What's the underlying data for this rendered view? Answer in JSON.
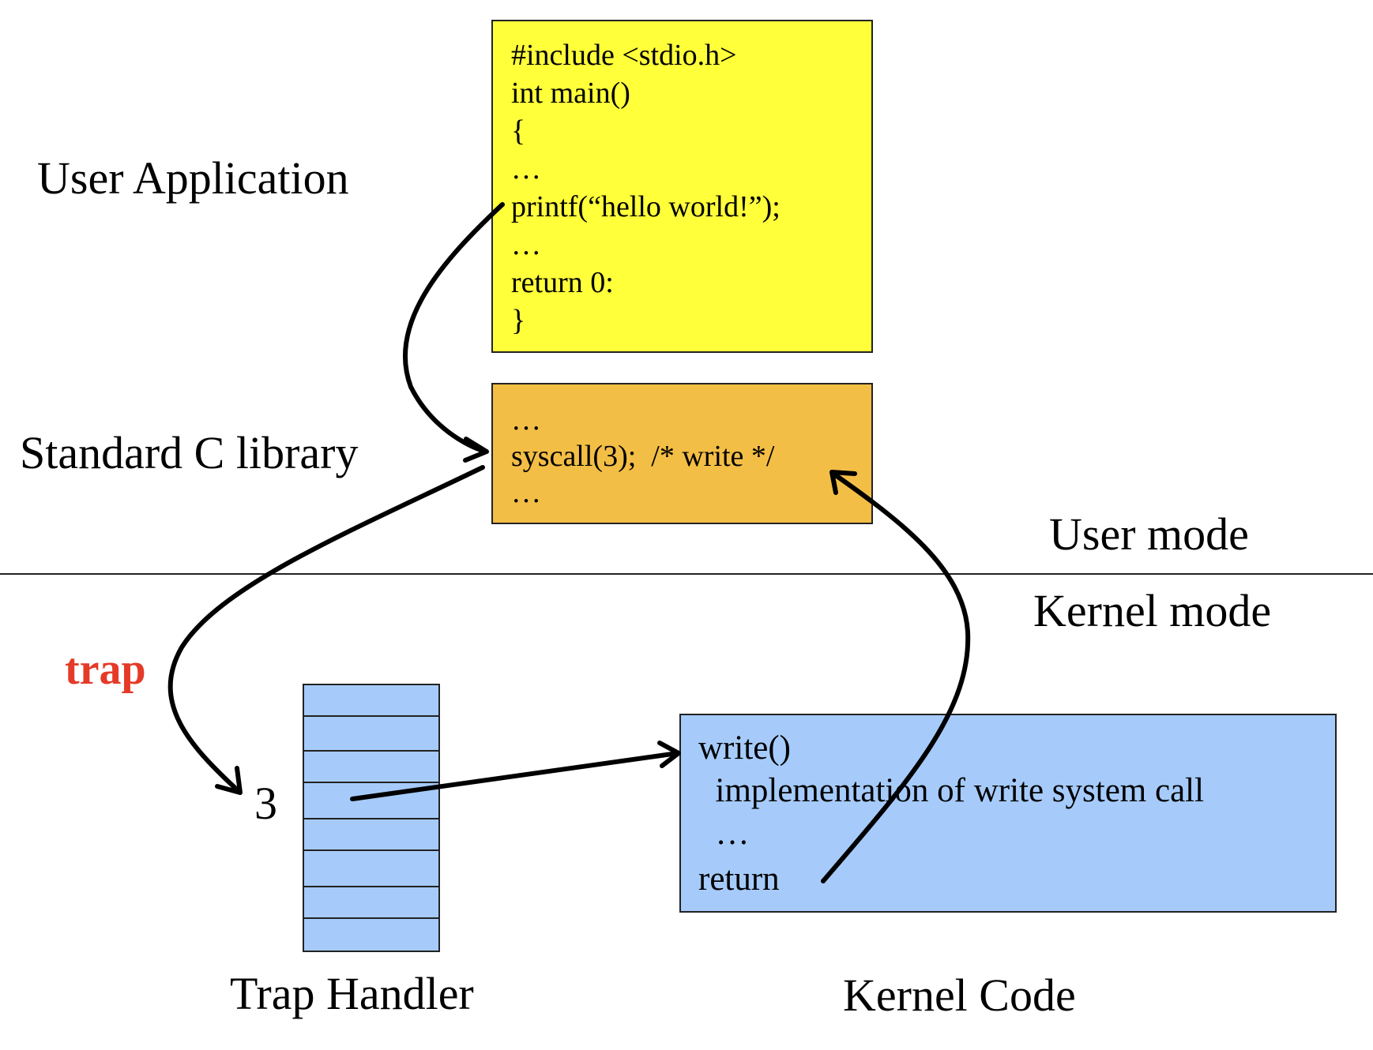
{
  "labels": {
    "user_application": "User Application",
    "standard_c_library": "Standard C library",
    "user_mode": "User mode",
    "kernel_mode": "Kernel mode",
    "trap": "trap",
    "trap_number": "3",
    "trap_handler": "Trap Handler",
    "kernel_code": "Kernel Code"
  },
  "user_app_code": [
    "#include <stdio.h>",
    "int main()",
    "{",
    "…",
    "printf(“hello world!”);",
    "…",
    "return 0:",
    "}"
  ],
  "libc_code": [
    "…",
    "syscall(3);  /* write */",
    "…"
  ],
  "kernel_code_lines": [
    "write()",
    "  implementation of write system call",
    "  …",
    "return"
  ],
  "colors": {
    "user_app_fill": "#ffff3a",
    "libc_fill": "#f3be45",
    "kernel_fill": "#a6cbfb",
    "trap_table_fill": "#a6cbfb",
    "trap_label": "#e53a28"
  }
}
